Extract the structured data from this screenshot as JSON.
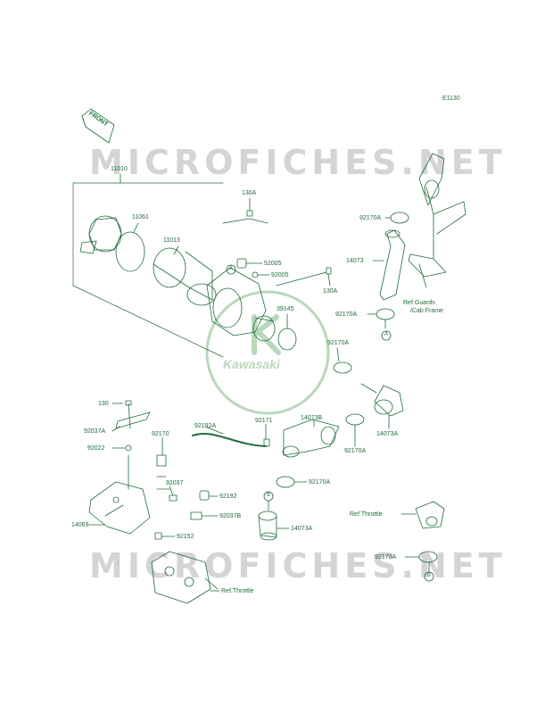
{
  "diagram_code": "E1130",
  "front_label": "FRONT",
  "watermark": "MICROFICHES.NET",
  "watermark_logo": "Kawasaki",
  "colors": {
    "line": "#1f6b3a",
    "watermark": "#d4d4d4",
    "logo": "#b9d7bc"
  },
  "parts": {
    "p11010": "11010",
    "p11061": "11061",
    "p11013": "11013",
    "p130A_top": "130A",
    "p52005": "52005",
    "p92005": "92005",
    "p130A_mid": "130A",
    "p39145": "39145",
    "p92170A_lower_right": "92170A",
    "p92170A_top": "92170A",
    "p14073": "14073",
    "p92170A_right": "92170A",
    "ref_guards": "Ref.Guards",
    "ref_cab": "/Cab Frame",
    "p14073A_right": "14073A",
    "p14073B": "14073B",
    "p92170A_mid": "92170A",
    "p92171": "92171",
    "p92192A": "92192A",
    "p130": "130",
    "p92037A": "92037A",
    "p92022": "92022",
    "p92170": "92170",
    "p92037": "92037",
    "p92192": "92192",
    "p92037B": "92037B",
    "p14069": "14069",
    "p92152": "92152",
    "p92170A_hose": "92170A",
    "p14073A_lower": "14073A",
    "ref_throttle_left": "Ref.Throttle",
    "ref_throttle_right": "Ref.Throttle",
    "p92170A_bottom_right": "92170A",
    "marker_A": "A",
    "marker_B": "B"
  }
}
